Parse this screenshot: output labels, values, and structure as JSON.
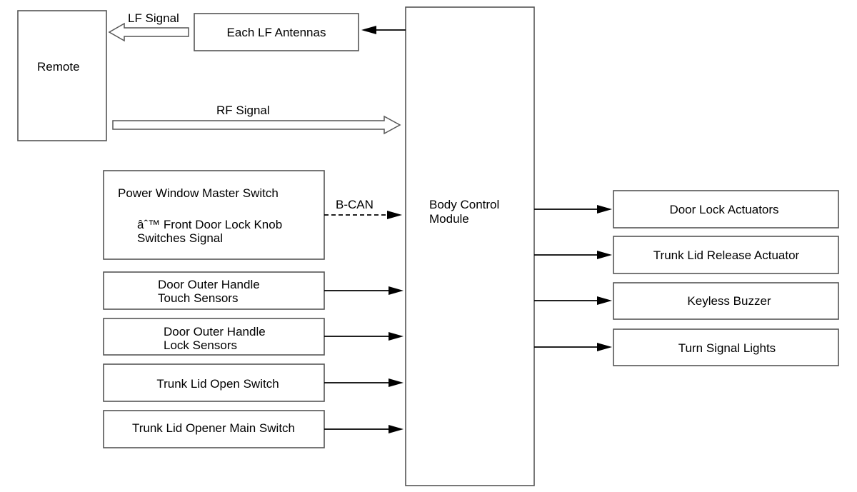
{
  "remote": {
    "label": "Remote"
  },
  "lf_antennas": {
    "label": "Each LF Antennas"
  },
  "bcm": {
    "line1": "Body Control",
    "line2": "Module"
  },
  "signals": {
    "lf": "LF Signal",
    "rf": "RF Signal",
    "bcan": "B-CAN"
  },
  "inputs": {
    "power_window": {
      "line1": "Power Window Master Switch",
      "line2": "âˆ™ Front Door Lock Knob",
      "line3": "Switches Signal"
    },
    "touch_sensors": {
      "line1": "Door Outer Handle",
      "line2": "Touch Sensors"
    },
    "lock_sensors": {
      "line1": "Door Outer Handle",
      "line2": "Lock Sensors"
    },
    "trunk_open_switch": {
      "label": "Trunk Lid Open Switch"
    },
    "trunk_main_switch": {
      "label": "Trunk Lid Opener Main Switch"
    }
  },
  "outputs": {
    "door_lock": {
      "label": "Door Lock Actuators"
    },
    "trunk_release": {
      "label": "Trunk Lid Release Actuator"
    },
    "keyless_buzzer": {
      "label": "Keyless Buzzer"
    },
    "turn_signal": {
      "label": "Turn Signal Lights"
    }
  }
}
